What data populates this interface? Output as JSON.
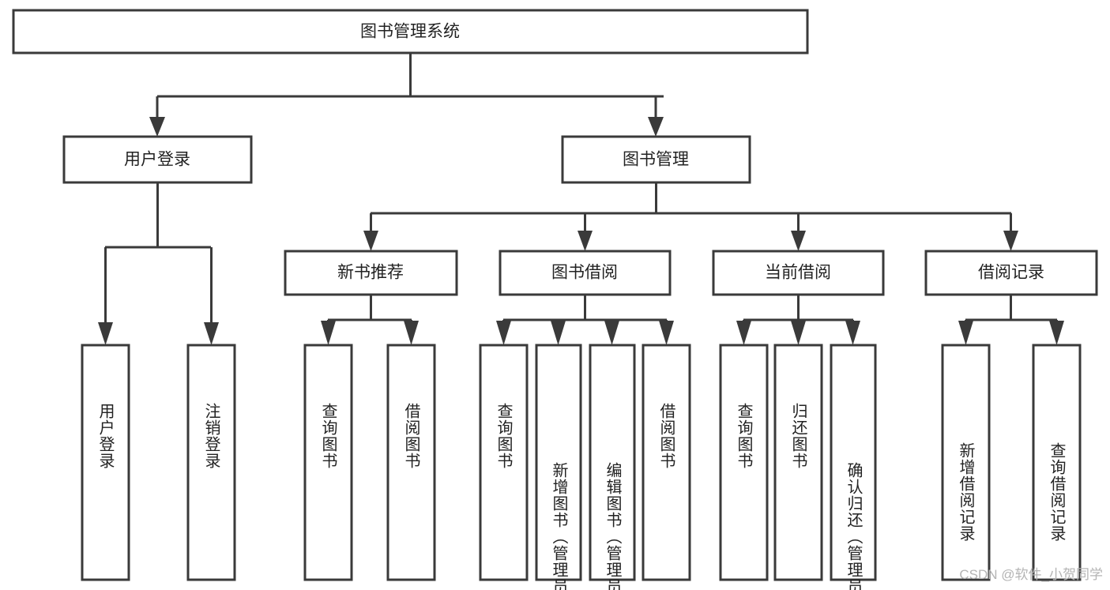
{
  "diagram": {
    "title": "图书管理系统",
    "type": "tree",
    "root": {
      "id": "root",
      "label": "图书管理系统"
    },
    "level2": [
      {
        "id": "user-login",
        "label": "用户登录"
      },
      {
        "id": "book-manage",
        "label": "图书管理"
      }
    ],
    "level3": [
      {
        "id": "new-book-rec",
        "label": "新书推荐",
        "parent": "book-manage"
      },
      {
        "id": "book-borrow",
        "label": "图书借阅",
        "parent": "book-manage"
      },
      {
        "id": "current-borrow",
        "label": "当前借阅",
        "parent": "book-manage"
      },
      {
        "id": "borrow-record",
        "label": "借阅记录",
        "parent": "book-manage"
      }
    ],
    "leaves": [
      {
        "id": "leaf-user-login",
        "label": "用户登录",
        "parent": "user-login"
      },
      {
        "id": "leaf-logout-login",
        "label": "注销登录",
        "parent": "user-login"
      },
      {
        "id": "leaf-query-book-1",
        "label": "查询图书",
        "parent": "new-book-rec"
      },
      {
        "id": "leaf-borrow-book-1",
        "label": "借阅图书",
        "parent": "new-book-rec"
      },
      {
        "id": "leaf-query-book-2",
        "label": "查询图书",
        "parent": "book-borrow"
      },
      {
        "id": "leaf-add-book",
        "label": "新增图书（管理员）",
        "parent": "book-borrow"
      },
      {
        "id": "leaf-edit-book",
        "label": "编辑图书（管理员）",
        "parent": "book-borrow"
      },
      {
        "id": "leaf-borrow-book-2",
        "label": "借阅图书",
        "parent": "book-borrow"
      },
      {
        "id": "leaf-query-book-3",
        "label": "查询图书",
        "parent": "current-borrow"
      },
      {
        "id": "leaf-return-book",
        "label": "归还图书",
        "parent": "current-borrow"
      },
      {
        "id": "leaf-confirm-return",
        "label": "确认归还（管理员）",
        "parent": "current-borrow"
      },
      {
        "id": "leaf-add-record",
        "label": "新增借阅记录",
        "parent": "borrow-record"
      },
      {
        "id": "leaf-query-record",
        "label": "查询借阅记录",
        "parent": "borrow-record"
      }
    ],
    "watermark": "CSDN @软件_小贺同学",
    "colors": {
      "stroke": "#3a3a3a",
      "fill": "#ffffff",
      "text": "#222222",
      "watermark": "#b4b4b4",
      "background": "#ffffff"
    }
  }
}
